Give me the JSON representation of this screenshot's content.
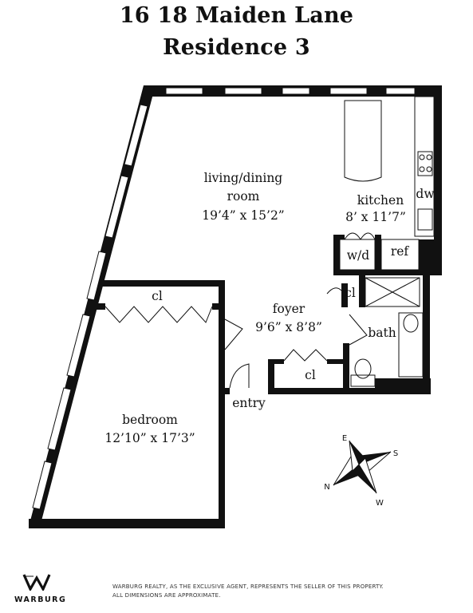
{
  "header": {
    "address": "16 18 Maiden Lane",
    "unit": "Residence 3"
  },
  "rooms": {
    "living": {
      "name1": "living/dining",
      "name2": "room",
      "size": "19’4” x 15’2”"
    },
    "kitchen": {
      "name": "kitchen",
      "size": "8’ x 11’7”"
    },
    "dw": "dw",
    "wd": "w/d",
    "ref": "ref",
    "cl_top": "cl",
    "cl_foyer_side": "cl",
    "cl_foyer_bottom": "cl",
    "foyer": {
      "name": "foyer",
      "size": "9’6” x 8’8”"
    },
    "bath": "bath",
    "entry": "entry",
    "bedroom": {
      "name": "bedroom",
      "size": "12’10” x 17’3”"
    }
  },
  "compass": {
    "n": "N",
    "e": "E",
    "s": "S",
    "w": "W"
  },
  "footer": {
    "logo_mark": "W",
    "brand": "WARBURG",
    "disclaimer_line1": "WARBURG REALTY, AS THE EXCLUSIVE AGENT, REPRESENTS THE SELLER OF THIS PROPERTY.",
    "disclaimer_line2": "ALL DIMENSIONS ARE APPROXIMATE."
  }
}
